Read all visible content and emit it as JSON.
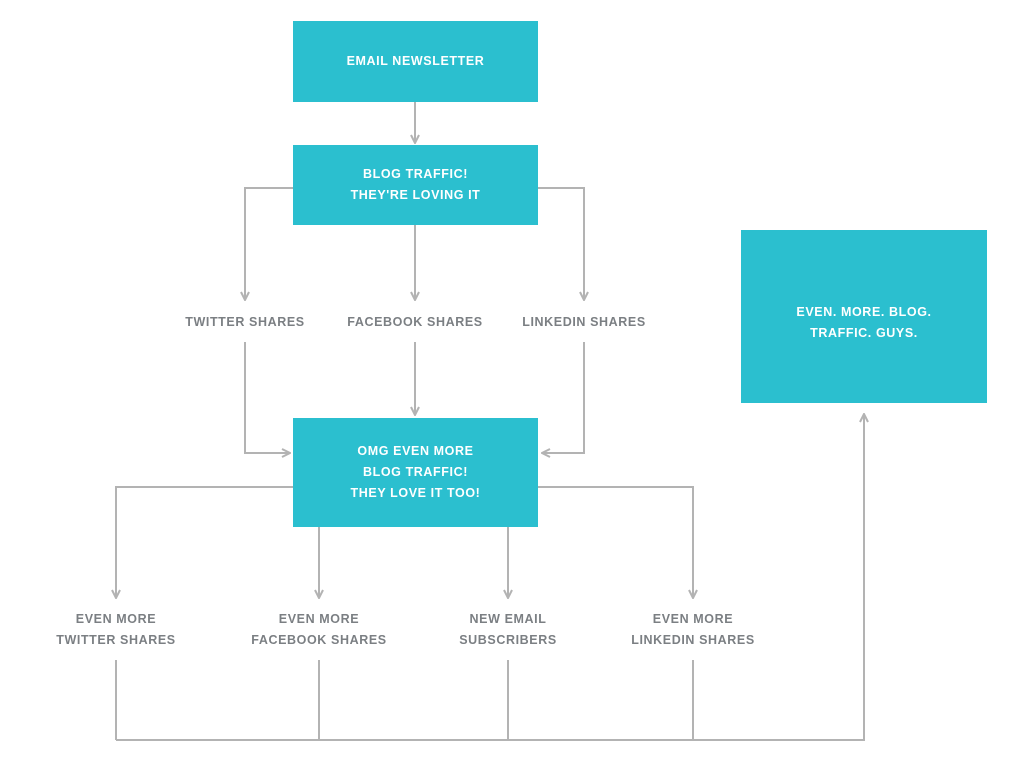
{
  "colors": {
    "box_fill": "#2bbfcf",
    "box_text": "#ffffff",
    "label_text": "#7b7f83",
    "connector": "#b3b3b3"
  },
  "nodes": {
    "email_newsletter": {
      "lines": [
        "EMAIL NEWSLETTER"
      ]
    },
    "blog_traffic": {
      "lines": [
        "BLOG TRAFFIC!",
        "THEY'RE LOVING IT"
      ]
    },
    "twitter_shares": {
      "lines": [
        "TWITTER SHARES"
      ]
    },
    "facebook_shares": {
      "lines": [
        "FACEBOOK SHARES"
      ]
    },
    "linkedin_shares": {
      "lines": [
        "LINKEDIN SHARES"
      ]
    },
    "omg_even_more": {
      "lines": [
        "OMG EVEN MORE",
        "BLOG TRAFFIC!",
        "THEY LOVE IT TOO!"
      ]
    },
    "even_more_twitter": {
      "lines": [
        "EVEN MORE",
        "TWITTER SHARES"
      ]
    },
    "even_more_facebook": {
      "lines": [
        "EVEN MORE",
        "FACEBOOK SHARES"
      ]
    },
    "new_email_subscribers": {
      "lines": [
        "NEW EMAIL",
        "SUBSCRIBERS"
      ]
    },
    "even_more_linkedin": {
      "lines": [
        "EVEN MORE",
        "LINKEDIN SHARES"
      ]
    },
    "even_more_blog_traffic": {
      "lines": [
        "EVEN. MORE. BLOG.",
        "TRAFFIC. GUYS."
      ]
    }
  }
}
